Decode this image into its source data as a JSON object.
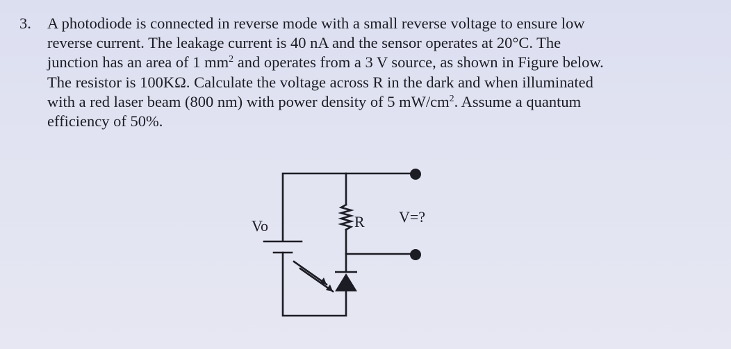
{
  "question": {
    "number": "3.",
    "lines": [
      "A photodiode is connected in reverse mode with a small reverse voltage to ensure low",
      "reverse current. The leakage current is 40 nA and the sensor operates at 20°C. The",
      "junction has an area of 1 mm",
      "The resistor is 100KΩ. Calculate the voltage across R in the dark and when illuminated",
      "with a red laser beam (800 nm) with power density of 5 mW/cm",
      "efficiency of 50%."
    ],
    "line3_sup": "2",
    "line3_rest": " and operates from a 3 V source, as shown in Figure below.",
    "line5_sup": "2",
    "line5_rest": ". Assume a quantum"
  },
  "circuit": {
    "vo_label": "Vo",
    "r_label": "R",
    "v_label": "V=?",
    "components": [
      "source-battery",
      "resistor",
      "photodiode",
      "light-arrows",
      "output-terminals"
    ]
  }
}
